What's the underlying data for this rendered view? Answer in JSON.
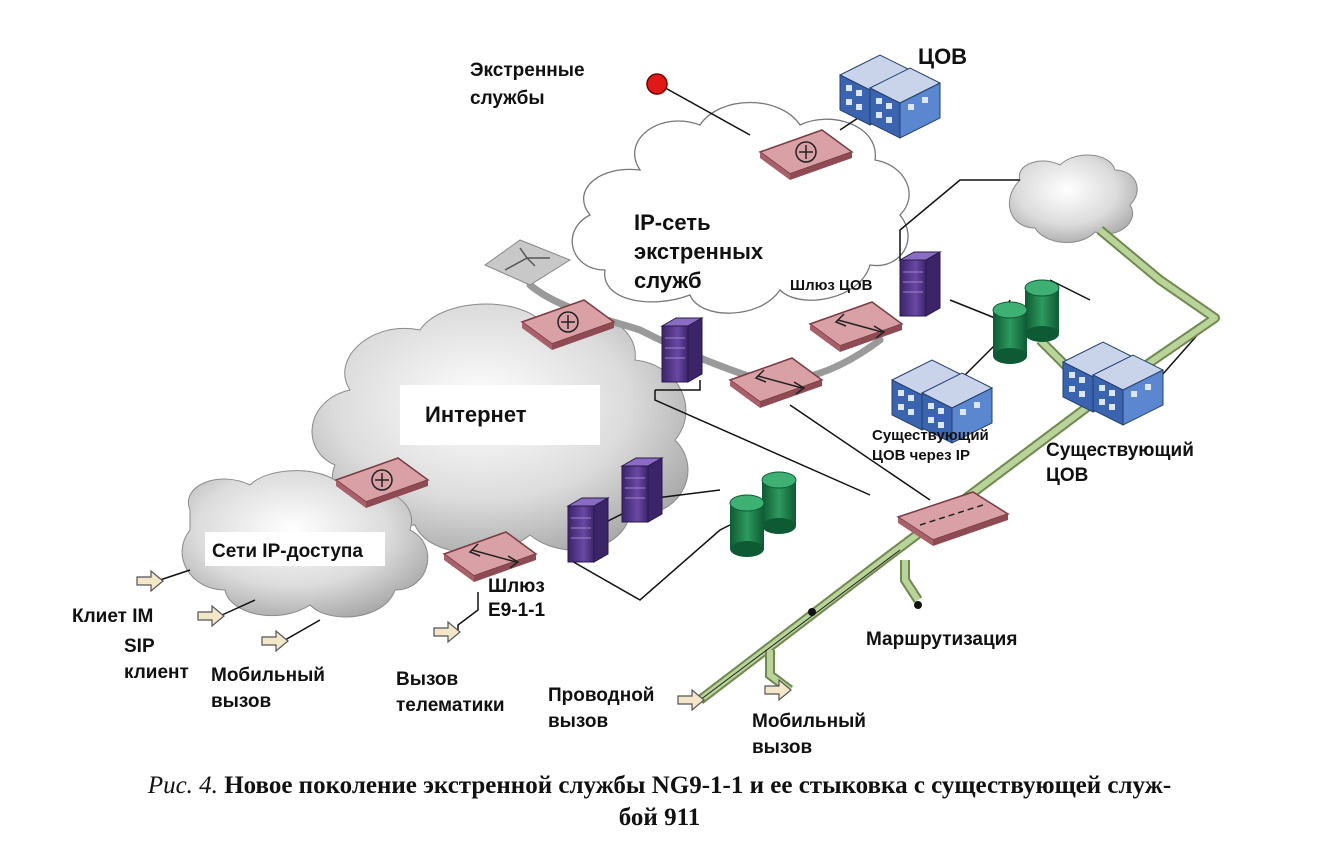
{
  "labels": {
    "emergency_services": [
      "Экстренные",
      "службы"
    ],
    "psap": "ЦОВ",
    "ip_network": [
      "IP-сеть",
      "экстренных",
      "служб"
    ],
    "psap_gateway": "Шлюз ЦОВ",
    "internet": "Интернет",
    "existing_psap_ip": [
      "Существующий",
      "ЦОВ через IP"
    ],
    "existing_psap": [
      "Существующий",
      "ЦОВ"
    ],
    "ip_access": "Сети IP-доступа",
    "gateway_e911": [
      "Шлюз",
      "Е9-1-1"
    ],
    "im_client": "Клиет IM",
    "sip_client": [
      "SIP",
      "клиент"
    ],
    "mobile_call_left": [
      "Мобильный",
      "вызов"
    ],
    "telematics_call": [
      "Вызов",
      "телематики"
    ],
    "wired_call": [
      "Проводной",
      "вызов"
    ],
    "mobile_call_right": [
      "Мобильный",
      "вызов"
    ],
    "routing": "Маршрутизация"
  },
  "caption": {
    "fig": "Рис. 4.",
    "line1": "Новое поколение экстренной службы NG9-1-1 и ее стыковка с существующей служ-",
    "line2": "бой 911"
  },
  "colors": {
    "router": "#d9a0a6",
    "server": "#5b3a8c",
    "database": "#1f7a4a",
    "building": "#3a64b0",
    "cloud": "#d6d6d6",
    "legacy_trunk": "#b9d39a"
  }
}
